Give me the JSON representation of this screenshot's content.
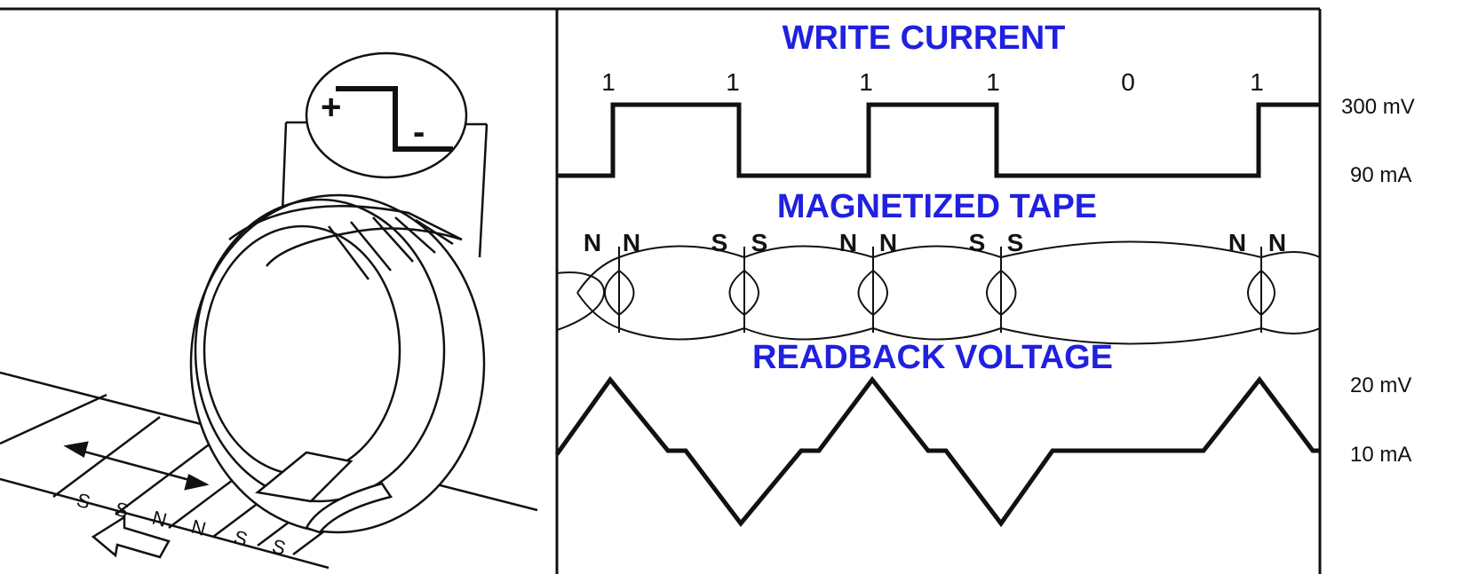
{
  "write_current": {
    "title": "WRITE CURRENT",
    "bits": [
      "1",
      "1",
      "1",
      "1",
      "0",
      "1"
    ],
    "high_label": "300 mV",
    "low_label": "90 mA"
  },
  "magnetized_tape": {
    "title": "MAGNETIZED TAPE",
    "poles": [
      "N",
      "N",
      "S",
      "S",
      "N",
      "N",
      "S",
      "S",
      "N",
      "N"
    ]
  },
  "readback_voltage": {
    "title": "READBACK VOLTAGE",
    "high_label": "20 mV",
    "low_label": "10 mA"
  },
  "head_illustration": {
    "plus_symbol": "+",
    "minus_symbol": "-",
    "tape_poles": [
      "S",
      "S",
      "N",
      "N",
      "S",
      "S"
    ]
  }
}
